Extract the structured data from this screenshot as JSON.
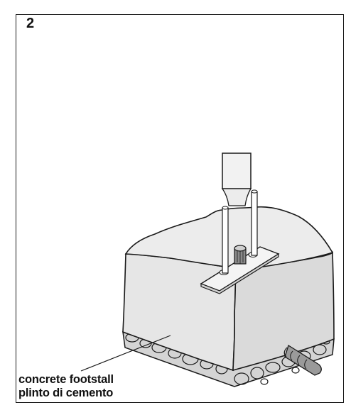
{
  "step": {
    "number": "2"
  },
  "labels": {
    "line1": "concrete footstall",
    "line2": "plinto di cemento"
  },
  "colors": {
    "outline": "#1a1a1a",
    "concrete_front": "#e6e6e6",
    "concrete_top": "#ececec",
    "gravel": "#d4d4d4",
    "metal": "#f4f4f4",
    "pipe": "#9a9a9a",
    "background": "#ffffff"
  }
}
